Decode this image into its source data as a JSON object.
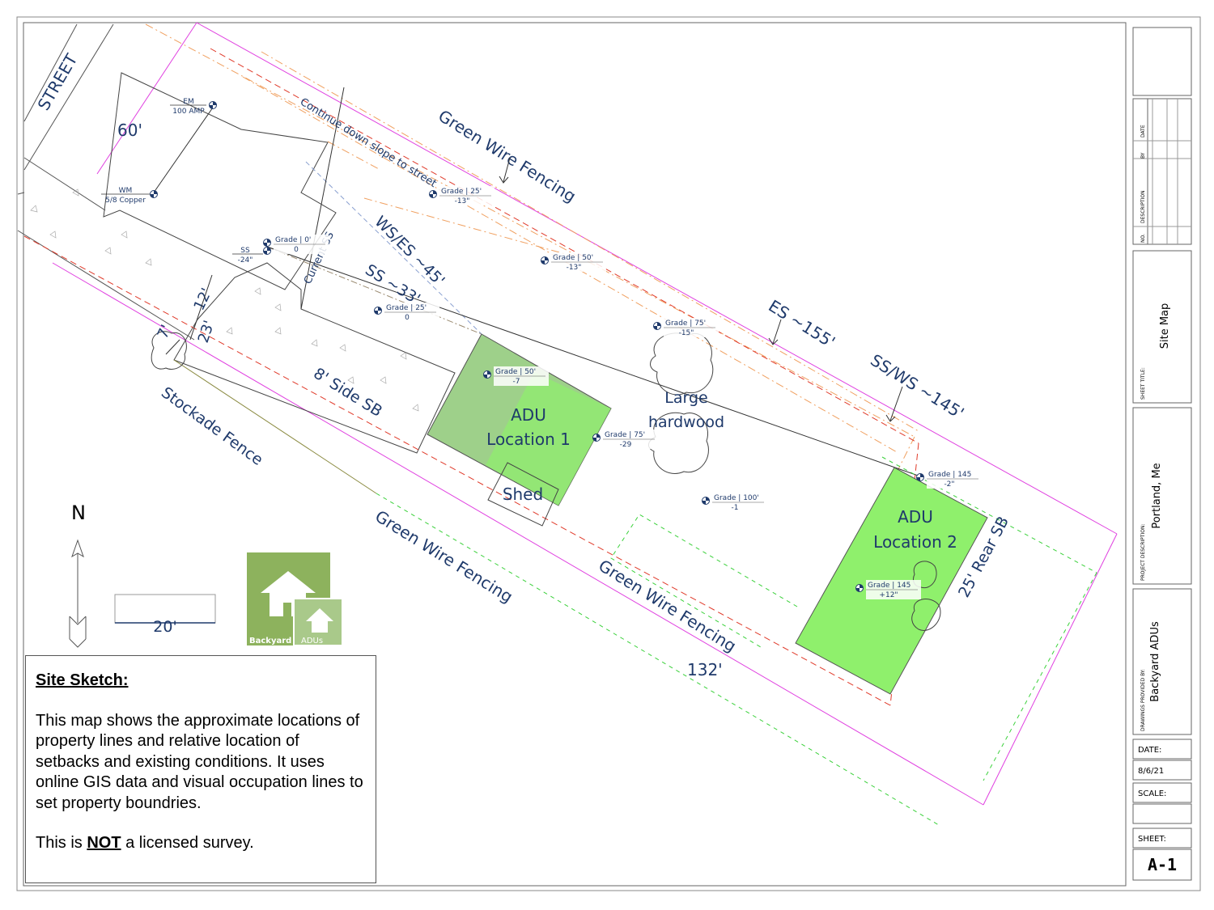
{
  "labels": {
    "street": "STREET",
    "frontage": "60'",
    "depth": "132'",
    "em": "EM",
    "em_amp": "100 AMP",
    "wm": "WM",
    "wm_copper": "5/8 Copper",
    "ss": "SS",
    "ss_val": "-24\"",
    "continue": "Continue down slope to street",
    "green_wire_north": "Green Wire Fencing",
    "ws_es": "WS/ES ~45'",
    "ss33": "SS ~33'",
    "current_ss": "Current SS",
    "es155": "ES ~155'",
    "ssws145": "SS/WS ~145'",
    "stockade": "Stockade Fence",
    "side_sb": "8' Side SB",
    "green_wire_south1": "Green Wire Fencing",
    "green_wire_south2": "Green Wire Fencing",
    "rear_sb": "25' Rear SB",
    "dim12": "12'",
    "dim23": "23'",
    "dim7": "7'",
    "adu1_a": "ADU",
    "adu1_b": "Location 1",
    "adu2_a": "ADU",
    "adu2_b": "Location 2",
    "shed": "Shed",
    "tree_a": "Large",
    "tree_b": "hardwood",
    "north": "N",
    "scale_bar": "20'"
  },
  "grades": [
    {
      "label": "Grade | 0'",
      "value": "0"
    },
    {
      "label": "Grade | 25'",
      "value": "-13\""
    },
    {
      "label": "Grade | 50'",
      "value": "-13\""
    },
    {
      "label": "Grade | 75'",
      "value": "-15\""
    },
    {
      "label": "Grade | 25'",
      "value": "0"
    },
    {
      "label": "Grade | 50'",
      "value": "-7"
    },
    {
      "label": "Grade | 75'",
      "value": "-29"
    },
    {
      "label": "Grade | 100'",
      "value": "-1"
    },
    {
      "label": "Grade | 145",
      "value": "-2\""
    },
    {
      "label": "Grade | 145",
      "value": "+12\""
    }
  ],
  "logo": {
    "word1": "Backyard",
    "word2": "ADUs",
    "color_dark": "#8db25d",
    "color_light": "#a9c98a"
  },
  "colors": {
    "adu1": "#9ed08a",
    "adu2": "#8ff06c",
    "property": "#e040e0",
    "setback": "#e03a2a",
    "fence_dash": "#3bd13b",
    "text": "#1f3a6b"
  },
  "note": {
    "heading": "Site Sketch:",
    "body": "This map shows the approximate locations of property lines and relative location of setbacks and existing conditions. It uses online GIS data and visual occupation lines to set property boundries.",
    "disclaimer_pre": "This is ",
    "disclaimer_bold": "NOT",
    "disclaimer_post": " a licensed survey."
  },
  "title_block": {
    "rev_no": "NO.",
    "rev_desc": "DESCRIPTION",
    "rev_by": "BY",
    "rev_date": "DATE",
    "sheet_title_label": "SHEET TITLE:",
    "sheet_title": "Site Map",
    "project_label": "PROJECT DESCRIPTION:",
    "project": "Portland, Me",
    "provided_label": "DRAWINGS PROVIDED BY:",
    "provided": "Backyard ADUs",
    "date_label": "DATE:",
    "date": "8/6/21",
    "scale_label": "SCALE:",
    "scale": "",
    "sheet_label": "SHEET:",
    "sheet": "A-1"
  }
}
